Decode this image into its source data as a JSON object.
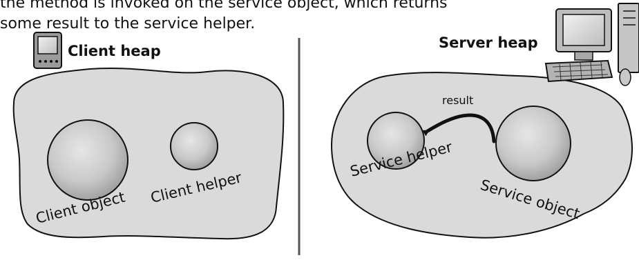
{
  "caption": {
    "line1": "the method is invoked on the service object, which returns",
    "line2": "some result to the service helper."
  },
  "client": {
    "heading": "Client heap",
    "object_label": "Client object",
    "helper_label": "Client helper"
  },
  "server": {
    "heading": "Server heap",
    "helper_label": "Service helper",
    "object_label": "Service object",
    "arrow_label": "result"
  },
  "colors": {
    "heap_fill": "#d9d9d9",
    "sphere_fill": "#c8c8c8",
    "ink": "#111111"
  }
}
